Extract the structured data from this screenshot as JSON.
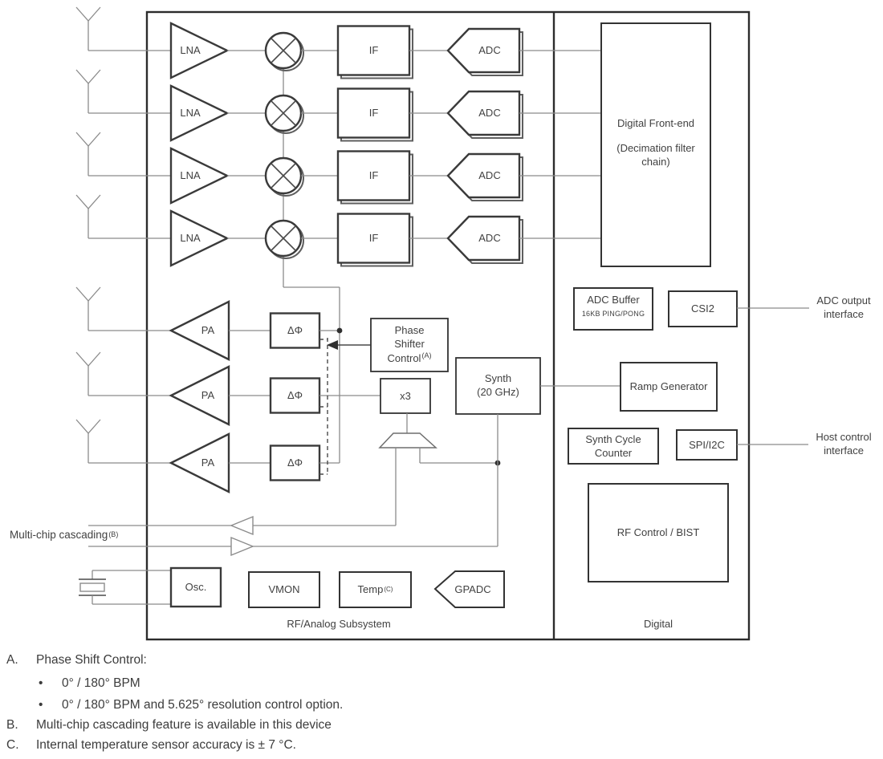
{
  "blocks": {
    "lna": "LNA",
    "if": "IF",
    "adc": "ADC",
    "pa": "PA",
    "delta_phi": "ΔΦ",
    "dfe_line1": "Digital Front-end",
    "dfe_line2": "(Decimation filter",
    "dfe_line3": "chain)",
    "adc_buffer_title": "ADC Buffer",
    "adc_buffer_sub": "16KB PING/PONG",
    "csi2": "CSI2",
    "psc_line1": "Phase",
    "psc_line2": "Shifter",
    "psc_line3": "Control",
    "psc_sup": "(A)",
    "x3": "x3",
    "synth_line1": "Synth",
    "synth_line2": "(20 GHz)",
    "ramp_generator": "Ramp Generator",
    "synth_cycle_line1": "Synth Cycle",
    "synth_cycle_line2": "Counter",
    "spi_i2c": "SPI/I2C",
    "rf_control_bist": "RF Control / BIST",
    "osc": "Osc.",
    "vmon": "VMON",
    "temp": "Temp",
    "temp_sup": "(C)",
    "gpadc": "GPADC"
  },
  "labels": {
    "multichip": "Multi-chip cascading",
    "multichip_sup": "(B)",
    "rf_analog_subsystem": "RF/Analog Subsystem",
    "digital": "Digital",
    "adc_output_line1": "ADC output",
    "adc_output_line2": "interface",
    "host_control_line1": "Host control",
    "host_control_line2": "interface"
  },
  "footnotes": {
    "a_key": "A.",
    "a_text": "Phase Shift Control:",
    "bullet": "•",
    "a_bullet1": "0° / 180° BPM",
    "a_bullet2": "0° / 180° BPM and 5.625° resolution control option.",
    "b_key": "B.",
    "b_text": "Multi-chip cascading feature is available in this device",
    "c_key": "C.",
    "c_text": "Internal temperature sensor accuracy is ± 7 °C."
  },
  "colors": {
    "line": "#3a3a3a",
    "wire": "#8b8b8b",
    "background": "#ffffff"
  }
}
